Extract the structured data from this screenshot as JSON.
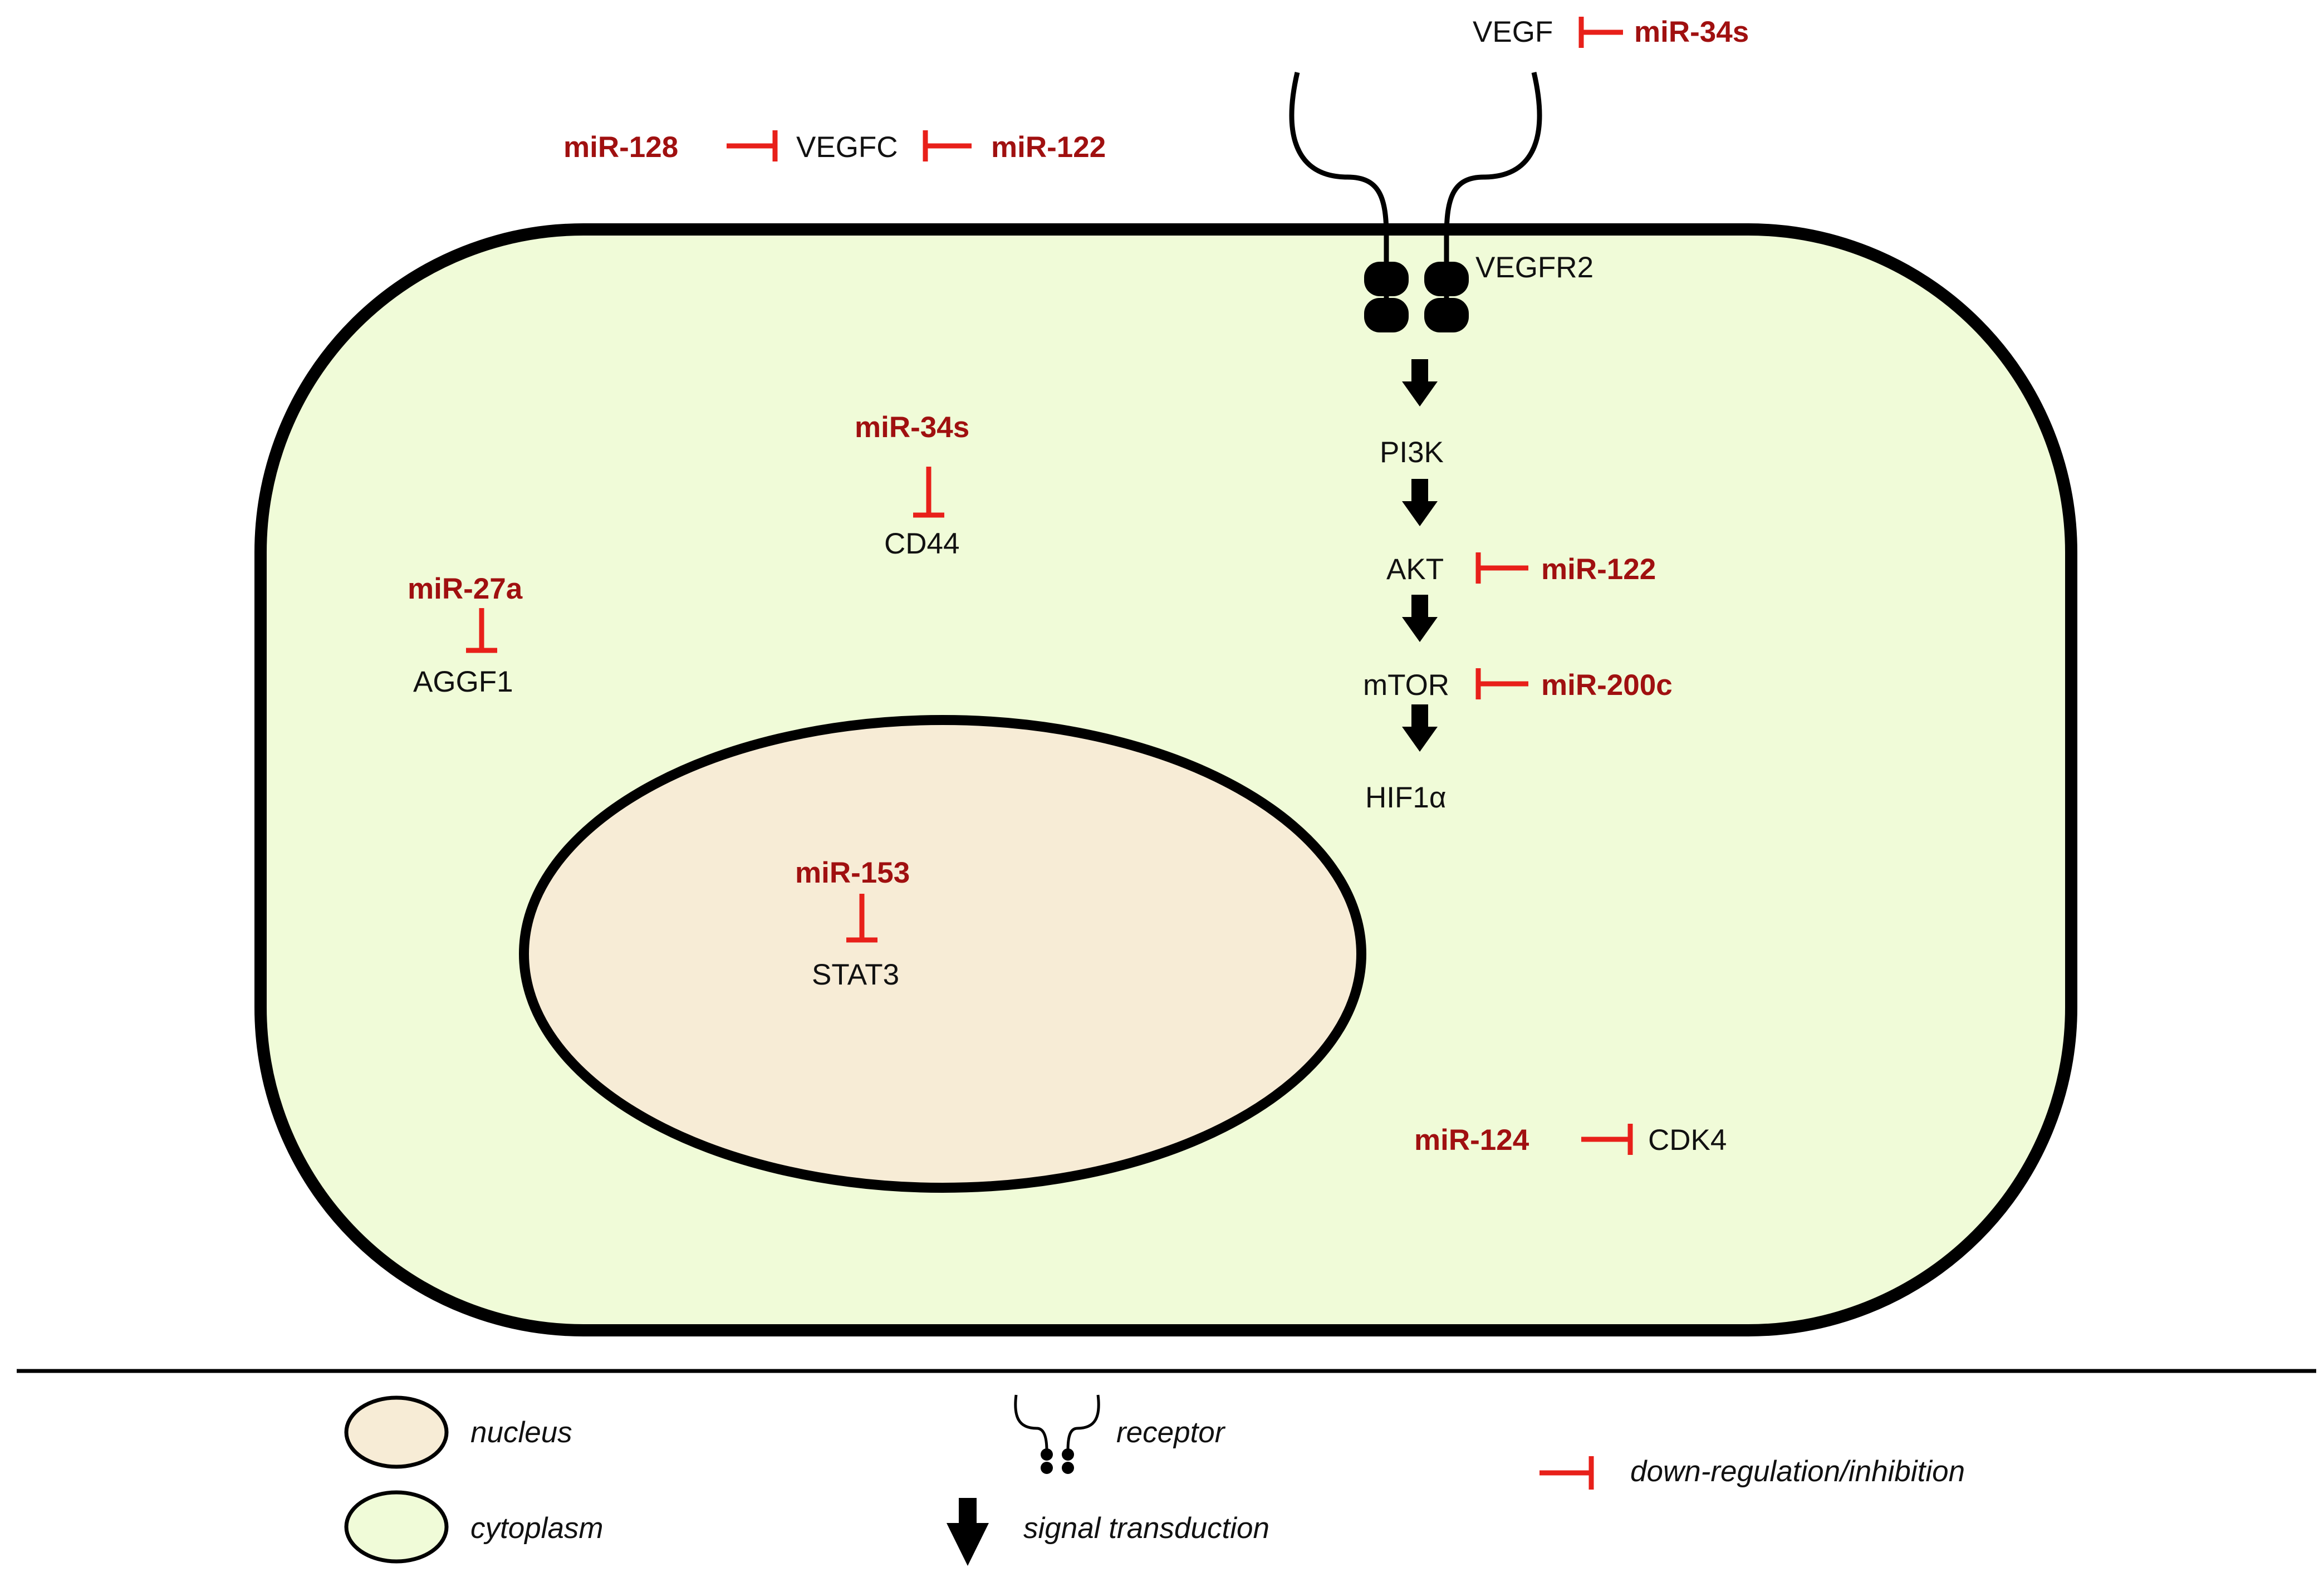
{
  "colors": {
    "cytoplasm": "#f0fbd8",
    "nucleus": "#f7ecd6",
    "inhibition": "#e8201a",
    "mirna_text": "#a01010",
    "outline": "#000000"
  },
  "labels": {
    "vegf": "VEGF",
    "vegfc": "VEGFC",
    "vegfr2": "VEGFR2",
    "pi3k": "PI3K",
    "akt": "AKT",
    "mtor": "mTOR",
    "hif1a": "HIF1α",
    "cd44": "CD44",
    "aggf1": "AGGF1",
    "stat3": "STAT3",
    "cdk4": "CDK4"
  },
  "mirnas": {
    "vegf": "miR-34s",
    "vegfc_left": "miR-128",
    "vegfc_right": "miR-122",
    "cd44": "miR-34s",
    "aggf1": "miR-27a",
    "akt": "miR-122",
    "mtor": "miR-200c",
    "stat3": "miR-153",
    "cdk4": "miR-124"
  },
  "legend": {
    "nucleus": "nucleus",
    "cytoplasm": "cytoplasm",
    "receptor": "receptor",
    "signal": "signal transduction",
    "inhibition": "down-regulation/inhibition"
  }
}
